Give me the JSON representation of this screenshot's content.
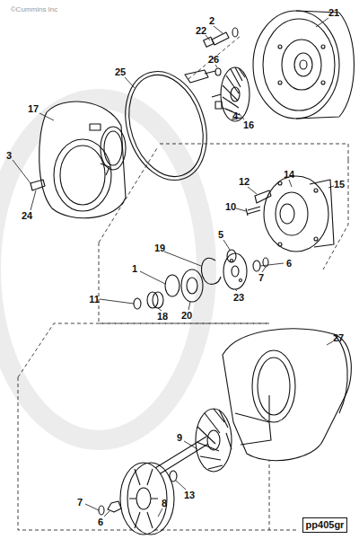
{
  "diagram": {
    "labels": [
      "©Cummins Inc",
      "21",
      "2",
      "22",
      "25",
      "26",
      "17",
      "16",
      "4",
      "3",
      "24",
      "14",
      "12",
      "15",
      "10",
      "5",
      "19",
      "6",
      "7",
      "1",
      "23",
      "11",
      "20",
      "18",
      "27",
      "9",
      "13",
      "7",
      "6",
      "8",
      "pp405gr"
    ]
  }
}
